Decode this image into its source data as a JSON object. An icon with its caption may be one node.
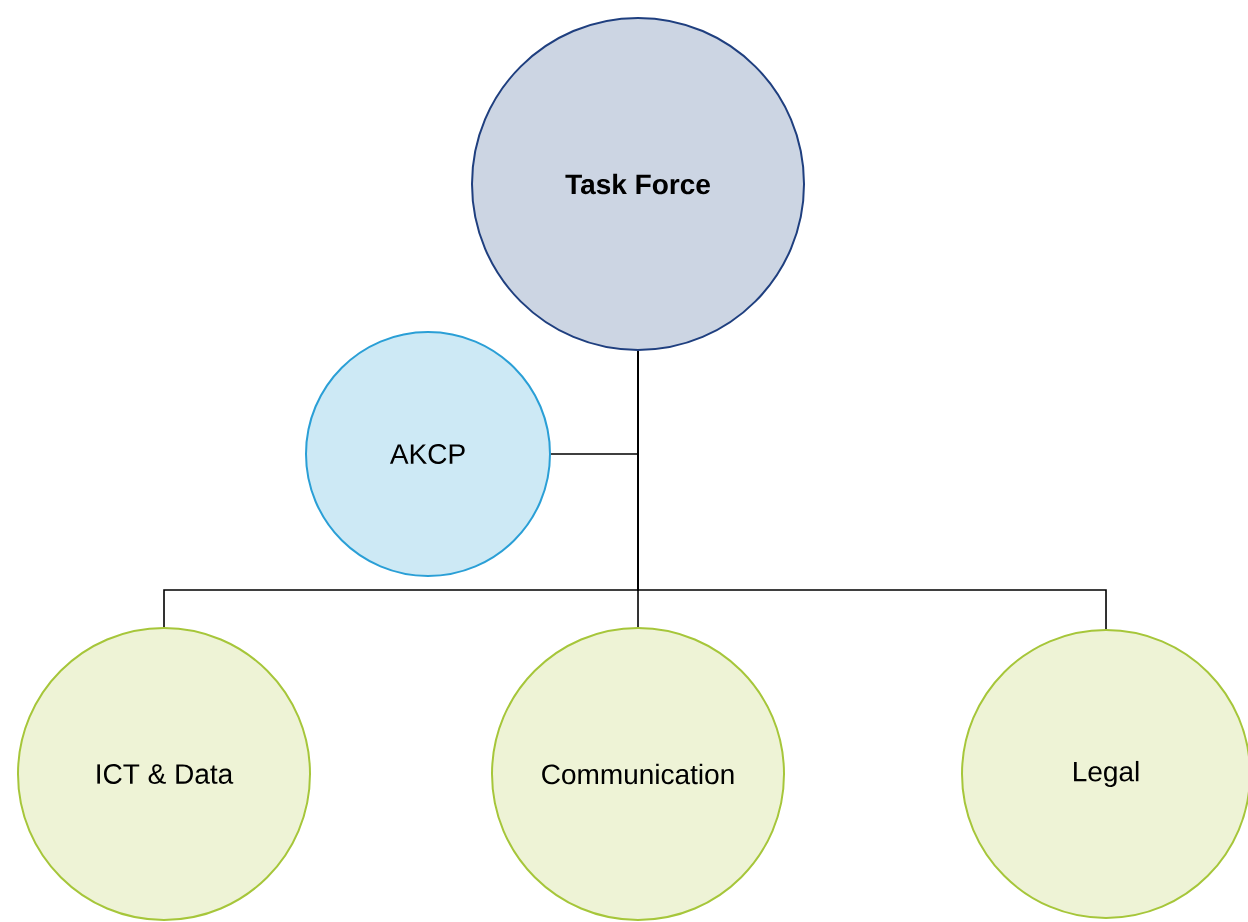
{
  "diagram": {
    "nodes": [
      {
        "text": [
          "Task Force"
        ]
      },
      {
        "text": [
          "AKCP"
        ]
      },
      {
        "text": [
          "ICT & Data"
        ]
      },
      {
        "text": [
          "Communication"
        ]
      },
      {
        "text": [
          "Legal"
        ]
      }
    ],
    "edges": [
      {
        "from": 0,
        "to": 2,
        "arrow": "none"
      },
      {
        "from": 0,
        "to": 3,
        "arrow": "none"
      },
      {
        "from": 0,
        "to": 4,
        "arrow": "none"
      },
      {
        "from": 1,
        "to": 0,
        "arrow": "none"
      }
    ]
  }
}
